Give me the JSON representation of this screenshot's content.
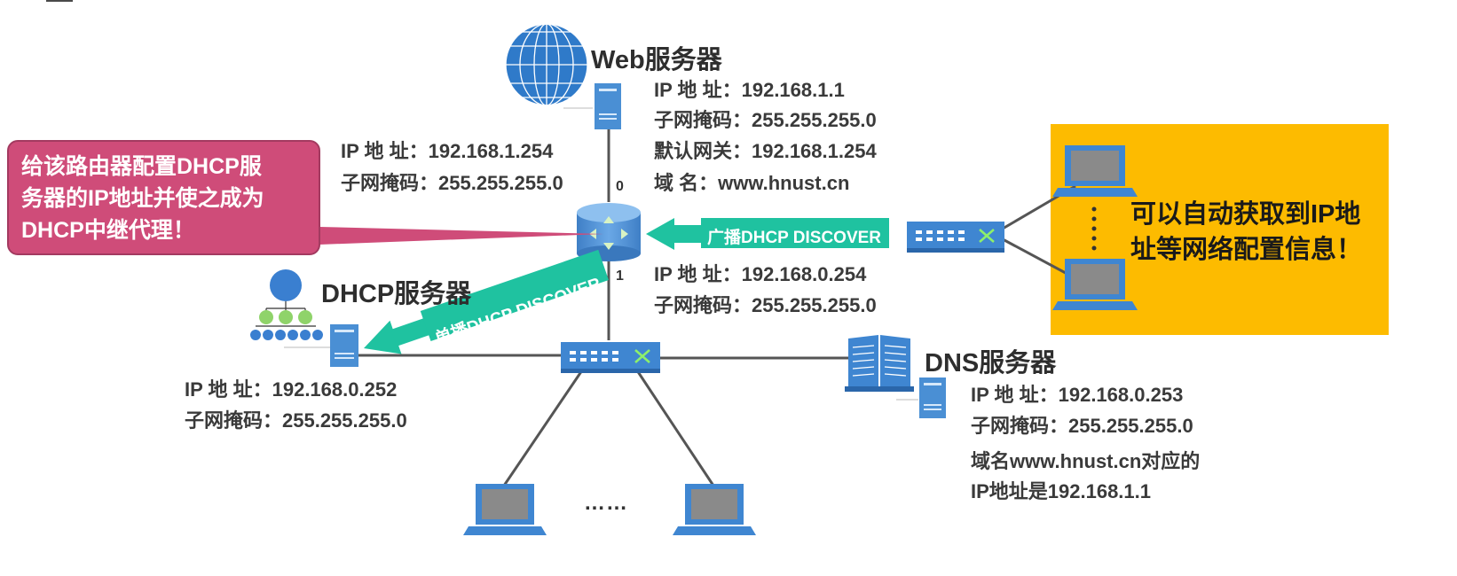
{
  "web_server": {
    "title": "Web服务器",
    "ip": "IP 地  址：192.168.1.1",
    "mask": "子网掩码：255.255.255.0",
    "gateway": "默认网关：192.168.1.254",
    "domain": "域      名：www.hnust.cn"
  },
  "router": {
    "port0_ip": "IP 地  址：192.168.1.254",
    "port0_mask": "子网掩码：255.255.255.0",
    "port0_label": "0",
    "port1_label": "1",
    "port1_ip": "IP 地  址：192.168.0.254",
    "port1_mask": "子网掩码：255.255.255.0"
  },
  "callout": {
    "lines": [
      "给该路由器配置DHCP服",
      "务器的IP地址并使之成为",
      "DHCP中继代理！"
    ]
  },
  "broadcast_arrow": {
    "label": "广播DHCP DISCOVER"
  },
  "unicast_arrow": {
    "label": "单播DHCP DISCOVER"
  },
  "dhcp_server": {
    "title": "DHCP服务器",
    "ip": "IP 地  址：192.168.0.252",
    "mask": "子网掩码：255.255.255.0"
  },
  "dns_server": {
    "title": "DNS服务器",
    "ip": "IP 地  址：192.168.0.253",
    "mask": "子网掩码：255.255.255.0",
    "note1": "域名www.hnust.cn对应的",
    "note2": "IP地址是192.168.1.1"
  },
  "client_box": {
    "lines": [
      "可以自动获取到IP地",
      "址等网络配置信息！"
    ]
  },
  "ellipsis": "……",
  "colors": {
    "callout": "#cf4c79",
    "arrow": "#1fc2a0",
    "highlight": "#fdbb00",
    "device": "#4a8fd4"
  }
}
